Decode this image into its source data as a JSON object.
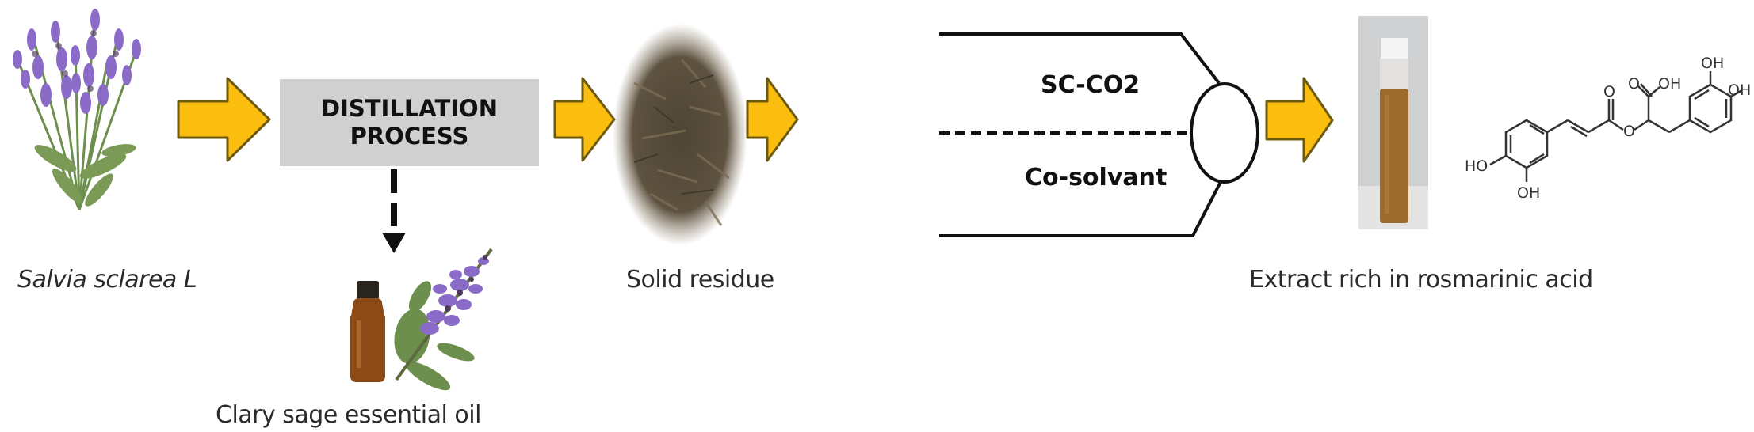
{
  "diagram": {
    "title": "Process flow: Salvia sclarea to rosmarinic acid extract",
    "colors": {
      "arrow_fill": "#fbbd0e",
      "arrow_stroke": "#6b5a10",
      "process_box": "#d0d0d0",
      "line": "#111111",
      "extract": "#9c6a2a",
      "flower_purple": "#8a6cc8",
      "leaf_green": "#6d8f4e",
      "residue_brown": "#5e5240"
    },
    "nodes": [
      {
        "id": "plant",
        "label": "Salvia sclarea L",
        "icon": "salvia-plant-image"
      },
      {
        "id": "distillation",
        "label_line1": "DISTILLATION",
        "label_line2": "PROCESS"
      },
      {
        "id": "essential-oil",
        "label": "Clary sage essential oil",
        "icon": "oil-bottle-and-sage-image"
      },
      {
        "id": "residue",
        "label": "Solid residue",
        "icon": "solid-residue-image"
      },
      {
        "id": "extraction",
        "stream_top": "SC-CO2",
        "stream_bottom": "Co-solvant"
      },
      {
        "id": "extract",
        "label": "Extract rich in rosmarinic acid",
        "icon": "extract-vial-image"
      }
    ],
    "structure": {
      "name": "rosmarinic acid structure",
      "atom_labels": [
        "HO",
        "OH",
        "O",
        "O",
        "O",
        "OH",
        "OH",
        "OH"
      ]
    },
    "edges": [
      {
        "from": "plant",
        "to": "distillation",
        "style": "block-arrow"
      },
      {
        "from": "distillation",
        "to": "essential-oil",
        "style": "dashed-arrow"
      },
      {
        "from": "distillation",
        "to": "residue",
        "style": "block-arrow"
      },
      {
        "from": "residue",
        "to": "extraction",
        "style": "block-arrow"
      },
      {
        "from": "extraction",
        "to": "extract",
        "style": "block-arrow"
      }
    ]
  }
}
